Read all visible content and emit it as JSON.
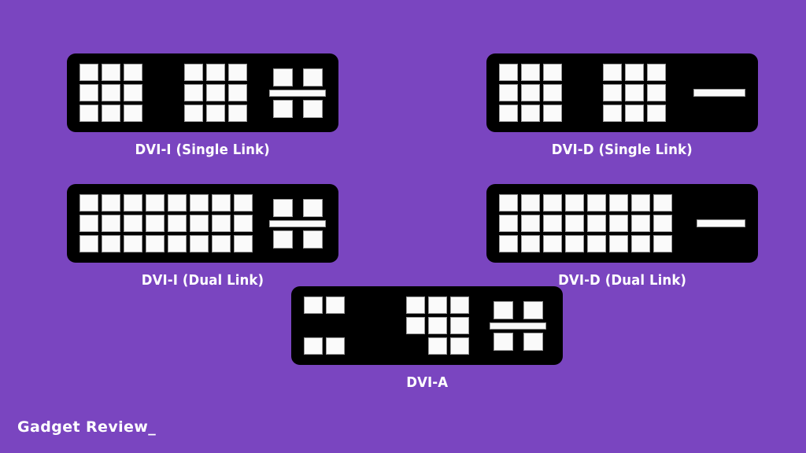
{
  "background_color": "#7A45C0",
  "connector_body_color": "#000000",
  "pin_color": "#FAFAFA",
  "label_color": "#FFFFFF",
  "watermark": "Gadget Review_",
  "connectors": [
    {
      "id": "dvi-i-single-link",
      "label": "DVI-I (Single Link)",
      "digital_columns": 6,
      "digital_rows": 3,
      "digital_pin_count": 18,
      "has_gap_after_column": 3,
      "analog_type": "cross",
      "analog_pin_count": 5,
      "total_pins": 23
    },
    {
      "id": "dvi-d-single-link",
      "label": "DVI-D (Single Link)",
      "digital_columns": 6,
      "digital_rows": 3,
      "digital_pin_count": 18,
      "has_gap_after_column": 3,
      "analog_type": "flat-blade",
      "analog_pin_count": 1,
      "total_pins": 19
    },
    {
      "id": "dvi-i-dual-link",
      "label": "DVI-I (Dual Link)",
      "digital_columns": 8,
      "digital_rows": 3,
      "digital_pin_count": 24,
      "has_gap_after_column": 0,
      "analog_type": "cross",
      "analog_pin_count": 5,
      "total_pins": 29
    },
    {
      "id": "dvi-d-dual-link",
      "label": "DVI-D (Dual Link)",
      "digital_columns": 8,
      "digital_rows": 3,
      "digital_pin_count": 24,
      "has_gap_after_column": 0,
      "analog_type": "flat-blade",
      "analog_pin_count": 1,
      "total_pins": 25
    },
    {
      "id": "dvi-a",
      "label": "DVI-A",
      "digital_columns": 5,
      "digital_rows": 3,
      "digital_pin_count": 12,
      "has_gap_after_column": 2,
      "analog_type": "cross",
      "analog_pin_count": 5,
      "total_pins": 17
    }
  ]
}
